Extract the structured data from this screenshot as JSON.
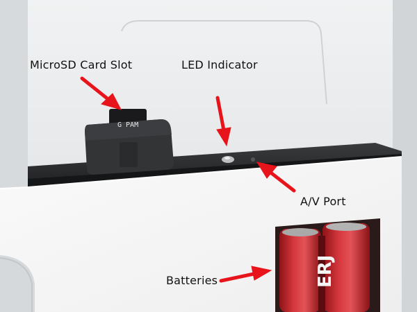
{
  "labels": {
    "microsd": "MicroSD Card Slot",
    "led": "LED Indicator",
    "av_port": "A/V Port",
    "batteries": "Batteries"
  },
  "card_text": "G PAM",
  "battery_text": "ERJ",
  "colors": {
    "arrow": "#e8141b",
    "housing": "#e9ebed",
    "panel": "#f6f6f6",
    "slot": "#2d2e30",
    "battery_red": "#c8252b"
  }
}
